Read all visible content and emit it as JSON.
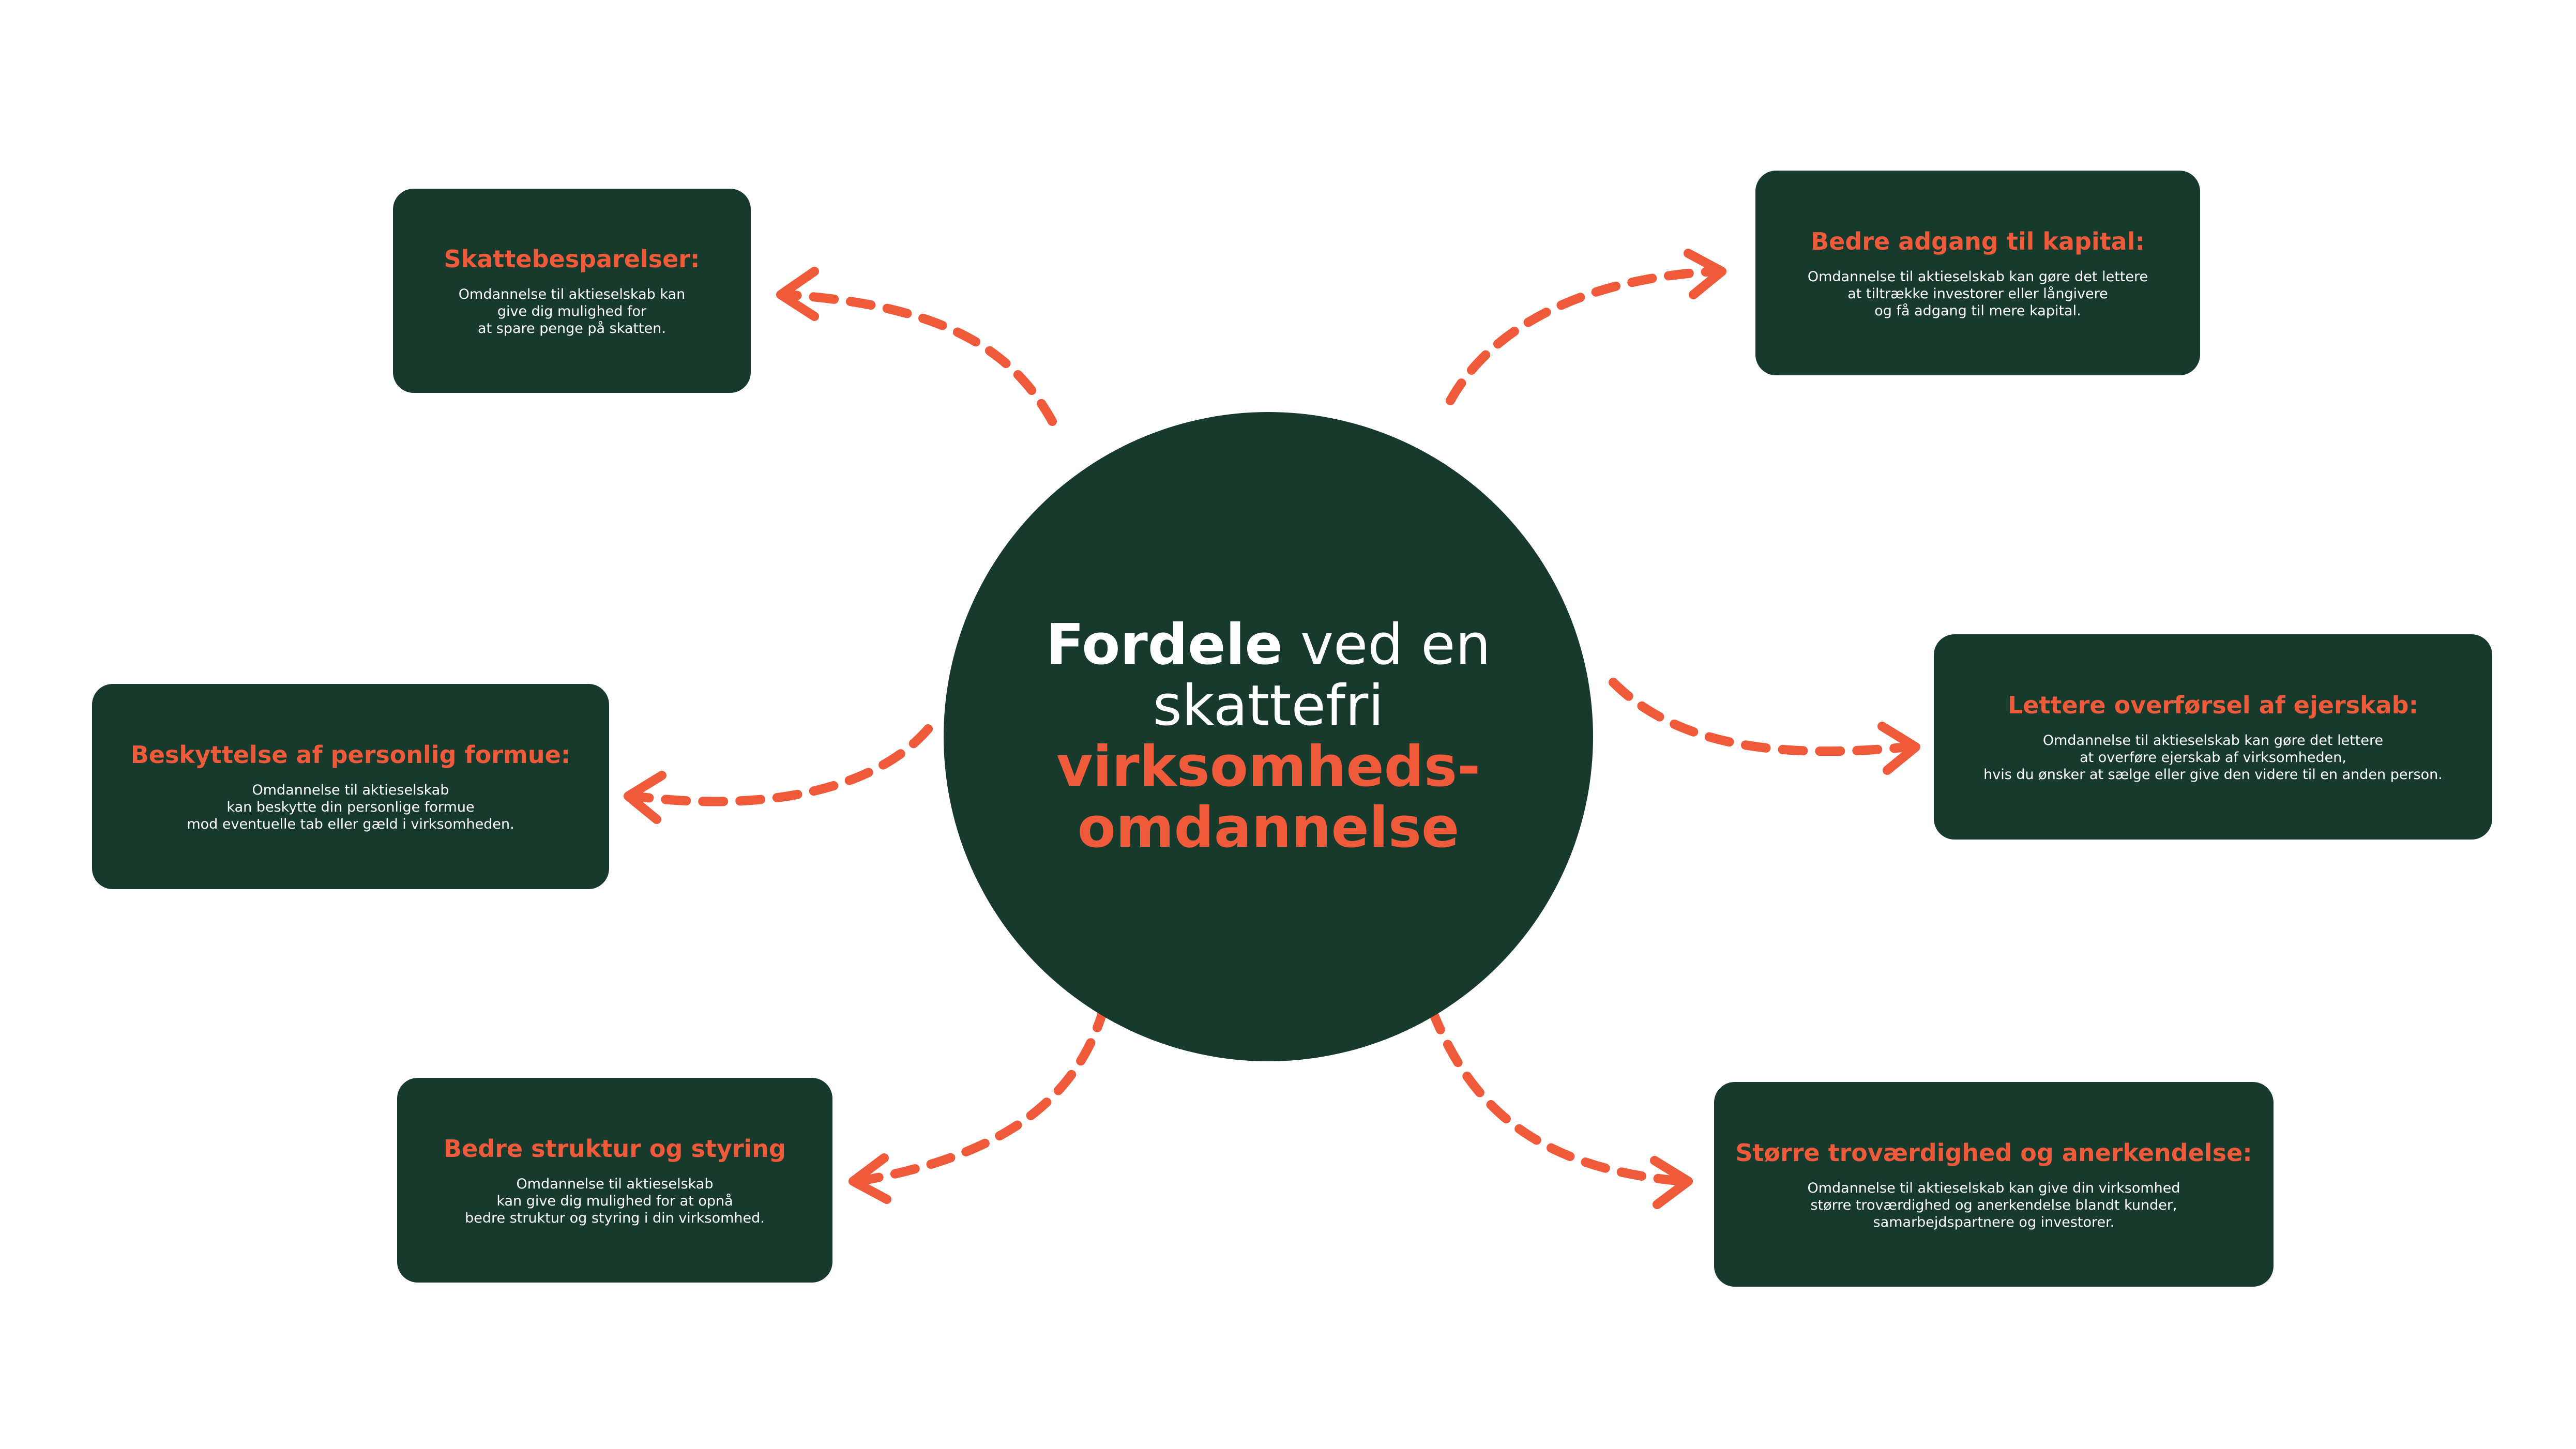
{
  "center": {
    "line1_bold": "Fordele",
    "line1_light": "ved en",
    "line2": "skattefri",
    "line3": "virksomheds-",
    "line4": "omdannelse"
  },
  "cards": {
    "skat": {
      "title": "Skattebesparelser:",
      "lines": [
        "Omdannelse til aktieselskab kan",
        "give dig mulighed for",
        "at spare penge på skatten."
      ]
    },
    "kapital": {
      "title": "Bedre adgang til kapital:",
      "lines": [
        "Omdannelse til aktieselskab kan gøre det lettere",
        "at tiltrække investorer eller långivere",
        "og få adgang til mere kapital."
      ]
    },
    "formue": {
      "title": "Beskyttelse af personlig formue:",
      "lines": [
        "Omdannelse til aktieselskab",
        "kan beskytte din personlige formue",
        "mod eventuelle tab eller gæld i virksomheden."
      ]
    },
    "ejerskab": {
      "title": "Lettere overførsel af ejerskab:",
      "lines": [
        "Omdannelse til aktieselskab kan gøre det lettere",
        "at overføre ejerskab af virksomheden,",
        "hvis du ønsker at sælge eller give den videre til en anden person."
      ]
    },
    "struktur": {
      "title": "Bedre struktur og styring",
      "lines": [
        "Omdannelse til aktieselskab",
        "kan give dig mulighed for at opnå",
        "bedre struktur og styring i din virksomhed."
      ]
    },
    "trovaerdighed": {
      "title": "Større troværdighed og anerkendelse:",
      "lines": [
        "Omdannelse til aktieselskab kan give din virksomhed",
        "større troværdighed og anerkendelse blandt kunder,",
        "samarbejdspartnere og investorer."
      ]
    }
  },
  "colors": {
    "dark_green": "#173a2c",
    "accent_orange": "#ee5a3a",
    "background": "#ffffff"
  }
}
